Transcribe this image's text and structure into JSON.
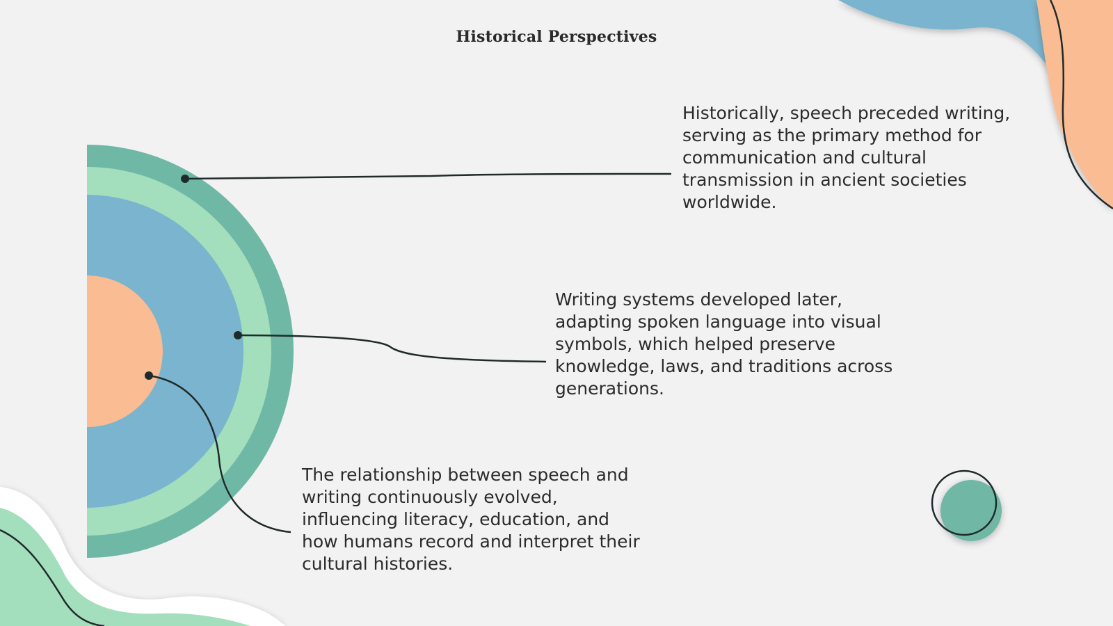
{
  "title": "Historical Perspectives",
  "points": [
    {
      "text": "Historically, speech preceded writing, serving as the primary method for communication and cultural transmission in ancient societies worldwide."
    },
    {
      "text": "Writing systems developed later, adapting spoken language into visual symbols, which helped preserve knowledge, laws, and traditions across generations."
    },
    {
      "text": "The relationship between speech and writing continuously evolved, influencing literacy, education, and how humans record and interpret their cultural histories."
    }
  ],
  "colors": {
    "background": "#f2f2f2",
    "ring_outer": "#6fb8a5",
    "ring_mid": "#a3dfbc",
    "ring_inner": "#7ab4ce",
    "core": "#f9bc93",
    "blob_blue": "#7ab4ce",
    "blob_orange": "#f9bc93",
    "blob_green": "#a3dfbc",
    "accent_teal": "#6fb8a5",
    "line": "#1f2a2a"
  }
}
